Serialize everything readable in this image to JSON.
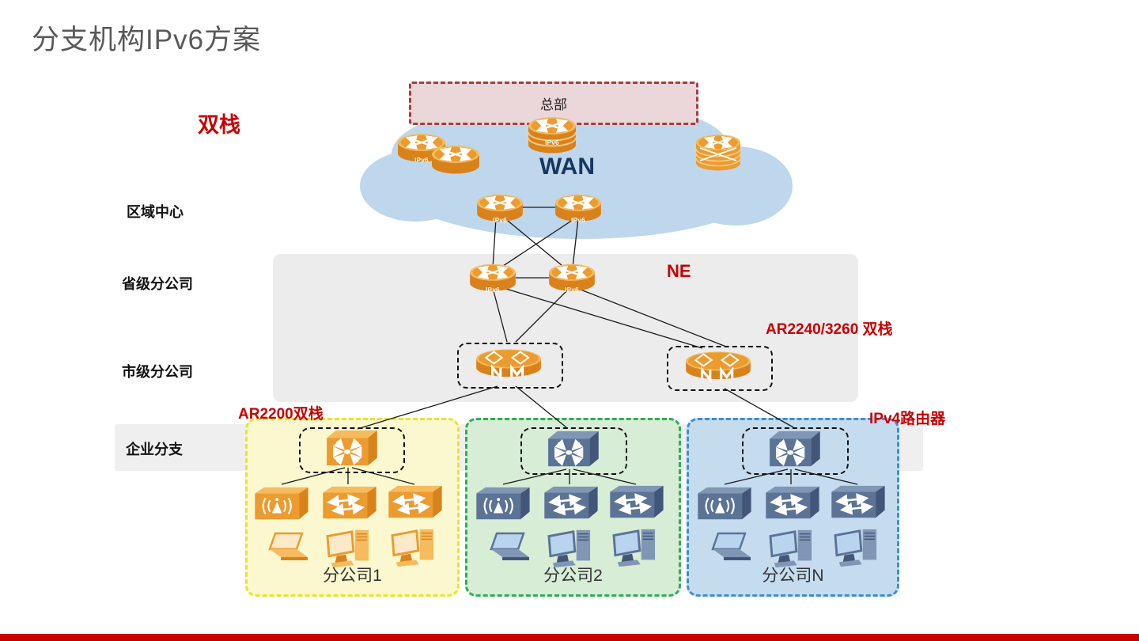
{
  "slide": {
    "title": "分支机构IPv6方案"
  },
  "labels": {
    "dual_stack": "双栈",
    "headquarters": "总部",
    "wan": "WAN",
    "ipv6": "IPv6"
  },
  "row_labels": {
    "regional_center": "区域中心",
    "provincial_branch": "省级分公司",
    "city_branch": "市级分公司",
    "enterprise_branch": "企业分支"
  },
  "annotations": {
    "ne": "NE",
    "ar_city": "AR2240/3260 双栈",
    "ar_branch": "AR2200双栈",
    "ipv4_router": "IPv4路由器"
  },
  "branches": [
    {
      "name": "分公司1",
      "border": "#E7E52E",
      "bg": "#FBF8CF",
      "device_palette": "orange"
    },
    {
      "name": "分公司2",
      "border": "#2EAD5B",
      "bg": "#D7EDD6",
      "device_palette": "slate"
    },
    {
      "name": "分公司N",
      "border": "#3E8FD0",
      "bg": "#C5DCEF",
      "device_palette": "slate"
    }
  ],
  "colors": {
    "accent_red": "#C80000",
    "title_gray": "#595959",
    "wan_text": "#17375E",
    "cloud_blue": "#BED7EC",
    "hq_fill": "#EBD6D9",
    "hq_border": "#A63E3E",
    "band_gray": "#ECECEC",
    "orange": {
      "p1": "#EC9B2F",
      "p2": "#D9821C",
      "p3": "#F5BB5E",
      "scr": "#FBE9C8"
    },
    "slate": {
      "p1": "#5B7395",
      "p2": "#43567A",
      "p3": "#8096B5",
      "scr": "#B9D4EE"
    }
  }
}
